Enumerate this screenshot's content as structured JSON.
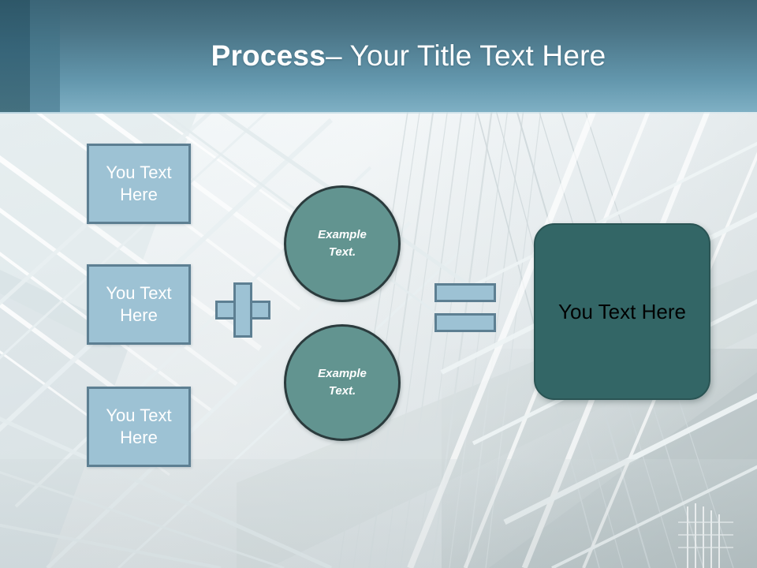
{
  "slide": {
    "title": {
      "strong": "Process",
      "rest": " – Your Title Text Here"
    }
  },
  "left_boxes": [
    {
      "line1": "You Text",
      "line2": "Here"
    },
    {
      "line1": "You Text",
      "line2": "Here"
    },
    {
      "line1": "You Text",
      "line2": "Here"
    }
  ],
  "operators": {
    "plus": "+",
    "equals": "="
  },
  "circles": [
    {
      "line1": "Example",
      "line2": "Text."
    },
    {
      "line1": "Example",
      "line2": "Text."
    }
  ],
  "result": {
    "label": "You Text Here"
  },
  "colors": {
    "header_dark": "#2e5768",
    "header_mid": "#48798d",
    "header_light": "#7fb0c4",
    "box_fill": "#9dc2d4",
    "box_border": "#5d7f92",
    "circle_fill": "#629490",
    "circle_border": "#2b3b3d",
    "result_fill": "#336666",
    "title_text": "#ffffff",
    "result_text": "#000000"
  }
}
